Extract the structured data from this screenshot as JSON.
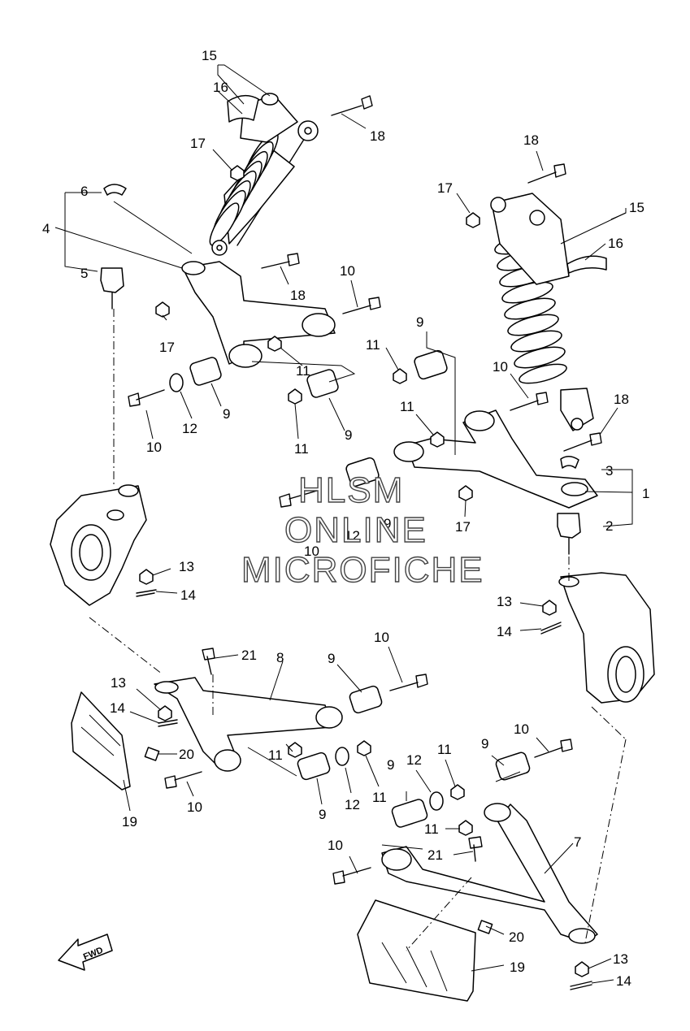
{
  "watermark": {
    "line1": "HLSM",
    "line2": "ONLINE",
    "line3": "MICROFICHE"
  },
  "direction_badge": "FWD",
  "callouts": {
    "p1": "1",
    "p2": "2",
    "p3": "3",
    "p4": "4",
    "p5": "5",
    "p6": "6",
    "p7": "7",
    "p8": "8",
    "p9a": "9",
    "p9b": "9",
    "p9c": "9",
    "p9d": "9",
    "p9e": "9",
    "p9f": "9",
    "p9g": "9",
    "p9h": "9",
    "p10a": "10",
    "p10b": "10",
    "p10c": "10",
    "p10d": "10",
    "p10e": "10",
    "p10f": "10",
    "p10g": "10",
    "p10h": "10",
    "p11a": "11",
    "p11b": "11",
    "p11c": "11",
    "p11d": "11",
    "p11e": "11",
    "p11f": "11",
    "p11g": "11",
    "p12a": "12",
    "p12b": "12",
    "p12c": "12",
    "p12d": "12",
    "p13a": "13",
    "p13b": "13",
    "p13c": "13",
    "p13d": "13",
    "p14a": "14",
    "p14b": "14",
    "p14c": "14",
    "p14d": "14",
    "p15a": "15",
    "p15b": "15",
    "p16a": "16",
    "p16b": "16",
    "p17a": "17",
    "p17b": "17",
    "p17c": "17",
    "p18a": "18",
    "p18b": "18",
    "p18c": "18",
    "p18d": "18",
    "p19a": "19",
    "p19b": "19",
    "p20a": "20",
    "p20b": "20",
    "p21a": "21",
    "p21b": "21"
  }
}
